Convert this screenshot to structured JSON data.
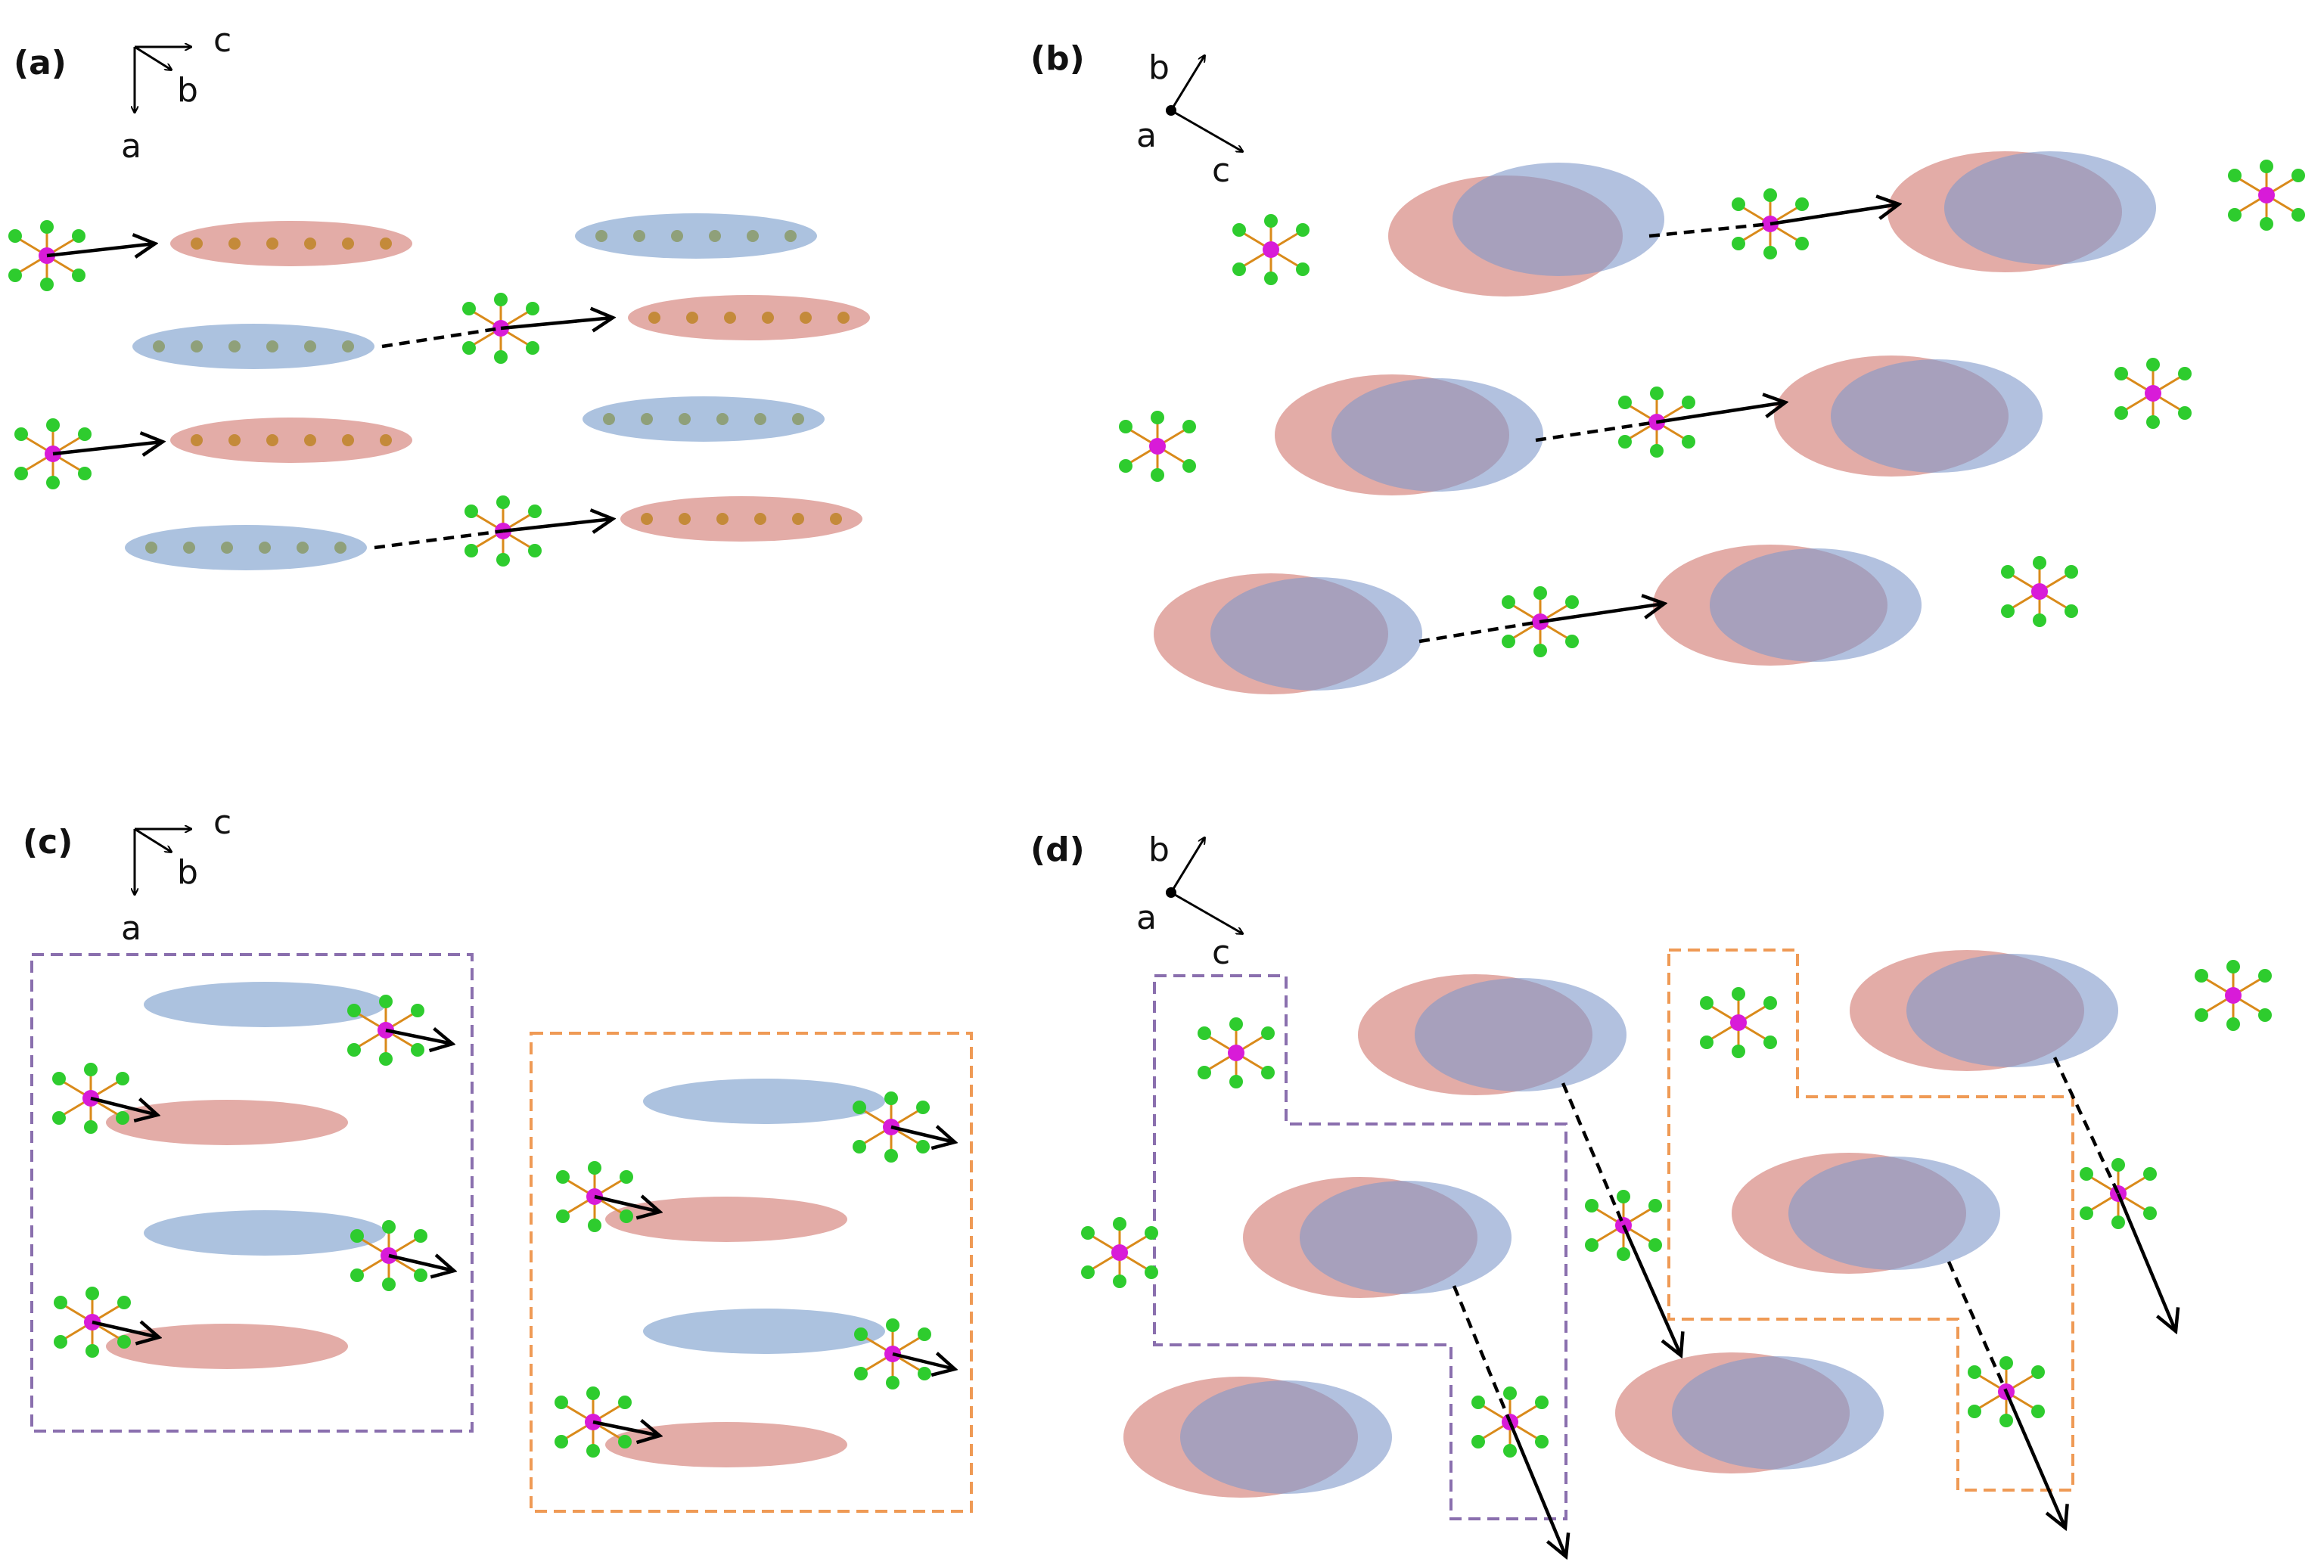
{
  "panels": [
    {
      "label": "(a)",
      "axes": [
        "c",
        "b",
        "a"
      ]
    },
    {
      "label": "(b)",
      "axes": [
        "b",
        "a",
        "c"
      ]
    },
    {
      "label": "(c)",
      "axes": [
        "c",
        "b",
        "a"
      ]
    },
    {
      "label": "(d)",
      "axes": [
        "b",
        "a",
        "c"
      ]
    }
  ],
  "colors": {
    "red_molecule": "#d9908a",
    "blue_molecule": "#90aed4",
    "anion_center": "#d81bd8",
    "fluorine": "#2ecc2e",
    "bond": "#d98a1a",
    "box_purple": "#8a6fae",
    "box_orange": "#ef9a55"
  }
}
